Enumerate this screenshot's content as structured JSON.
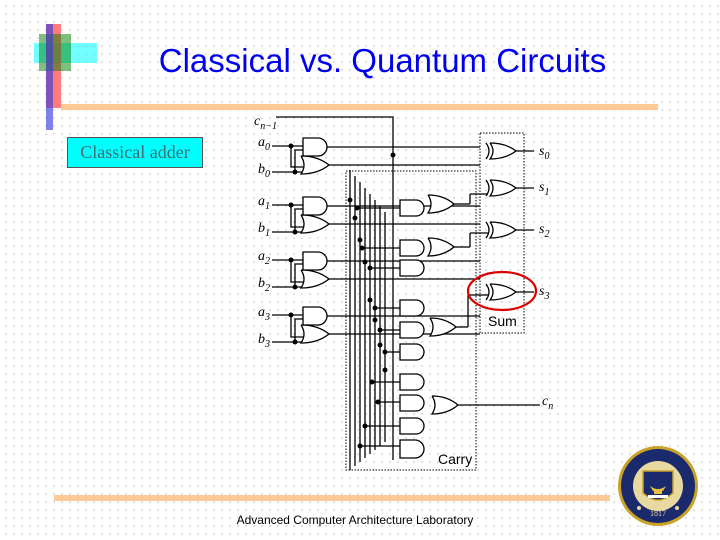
{
  "slide": {
    "title": "Classical vs. Quantum Circuits",
    "callout_label": "Classical adder",
    "footer": "Advanced Computer Architecture Laboratory",
    "accent_color": "#0000ee",
    "rule_color": "#ffc997",
    "highlight_color": "#dd0000"
  },
  "circuit": {
    "carry_in": {
      "base": "c",
      "sub": "n−1"
    },
    "inputs": [
      {
        "a": {
          "base": "a",
          "sub": "0"
        },
        "b": {
          "base": "b",
          "sub": "0"
        }
      },
      {
        "a": {
          "base": "a",
          "sub": "1"
        },
        "b": {
          "base": "b",
          "sub": "1"
        }
      },
      {
        "a": {
          "base": "a",
          "sub": "2"
        },
        "b": {
          "base": "b",
          "sub": "2"
        }
      },
      {
        "a": {
          "base": "a",
          "sub": "3"
        },
        "b": {
          "base": "b",
          "sub": "3"
        }
      }
    ],
    "outputs": [
      {
        "base": "s",
        "sub": "0"
      },
      {
        "base": "s",
        "sub": "1"
      },
      {
        "base": "s",
        "sub": "2"
      },
      {
        "base": "s",
        "sub": "3"
      }
    ],
    "carry_out": {
      "base": "c",
      "sub": "n"
    },
    "sum_box_label": "Sum",
    "carry_box_label": "Carry",
    "highlighted_gate": "s3 XOR gate"
  },
  "logo": {
    "name": "University of Michigan seal",
    "ring_text": "THE UNIVERSITY OF MICHIGAN",
    "year": "1817"
  }
}
